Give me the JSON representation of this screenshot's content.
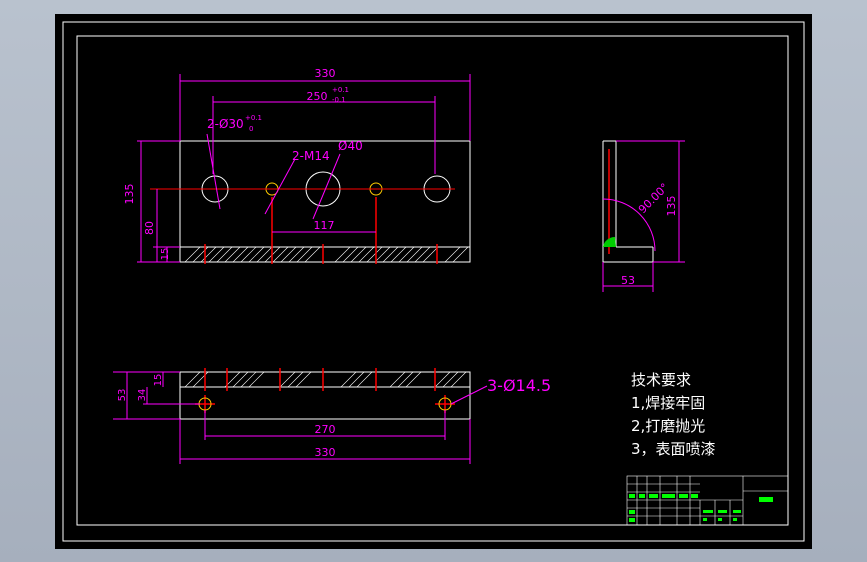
{
  "colors": {
    "background": "#000000",
    "border": "#ffffff",
    "dimension": "#ff00ff",
    "centerline": "#ff0000",
    "text": "#ffffff",
    "green": "#00ff00"
  },
  "front_view": {
    "dim_total": "330",
    "dim_pitch": "250",
    "dim_pitch_tol_upper": "+0.1",
    "dim_pitch_tol_lower": "-0.1",
    "dim_holes": "2-Ø30",
    "dim_holes_tol_upper": "+0.1",
    "dim_holes_tol_lower": "0",
    "dim_thread": "2-M14",
    "dim_center_hole": "Ø40",
    "dim_thread_pitch": "117",
    "dim_height": "135",
    "dim_center_height": "80",
    "dim_bottom": "15"
  },
  "side_view": {
    "angle": "90.00°",
    "height": "135",
    "width": "53"
  },
  "top_view": {
    "holes_label": "3-Ø14.5",
    "dim_pitch": "270",
    "dim_total": "330",
    "dim_height": "53",
    "dim_hole_pos": "34",
    "dim_thickness": "15"
  },
  "tech_requirements": {
    "title": "技术要求",
    "items": [
      "1,焊接牢固",
      "2,打磨抛光",
      "3，表面喷漆"
    ]
  }
}
